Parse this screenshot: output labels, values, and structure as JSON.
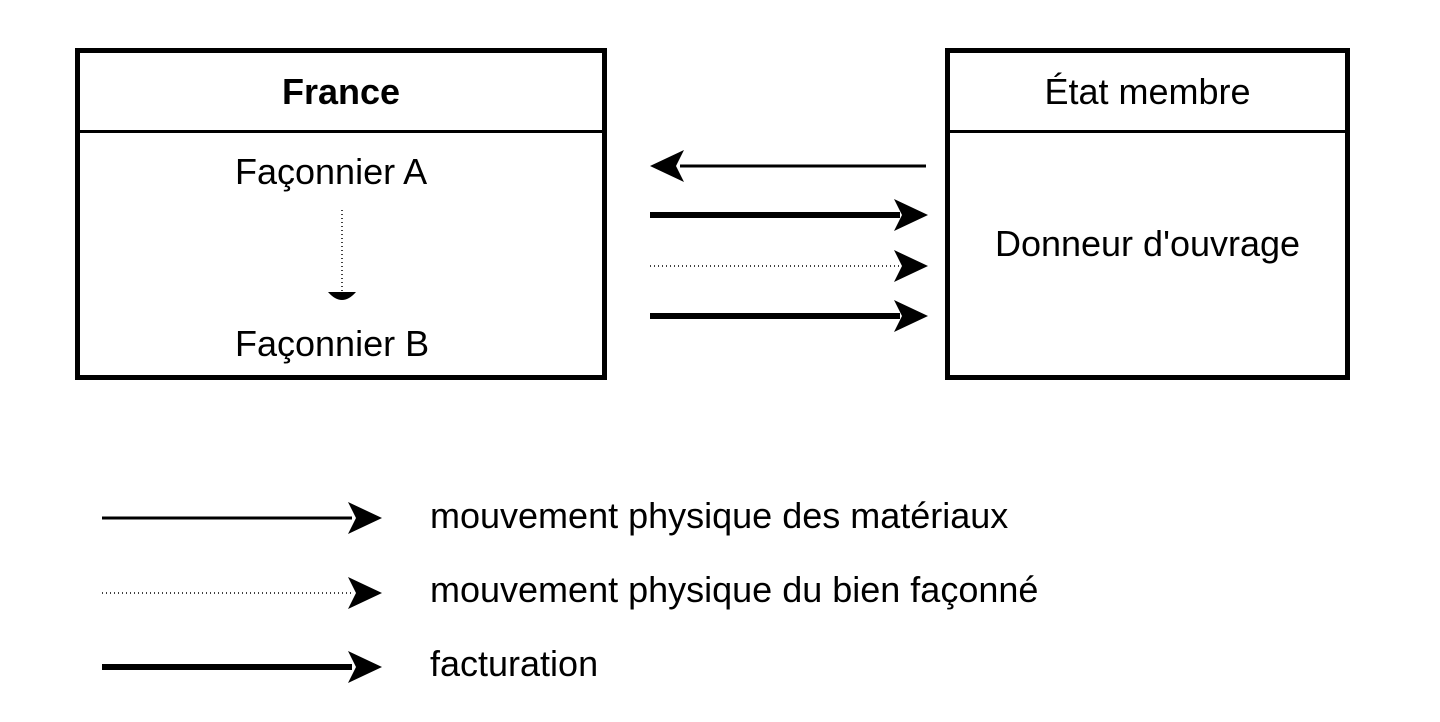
{
  "france_box": {
    "title": "France",
    "node_a": "Façonnier A",
    "node_b": "Façonnier B"
  },
  "member_box": {
    "title": "État membre",
    "node": "Donneur d'ouvrage"
  },
  "legend": {
    "items": [
      {
        "style": "thin-solid",
        "label": "mouvement physique des matériaux"
      },
      {
        "style": "dotted",
        "label": "mouvement physique du bien façonné"
      },
      {
        "style": "thick-solid",
        "label": "facturation"
      }
    ]
  },
  "colors": {
    "line": "#000000",
    "background": "#ffffff"
  }
}
